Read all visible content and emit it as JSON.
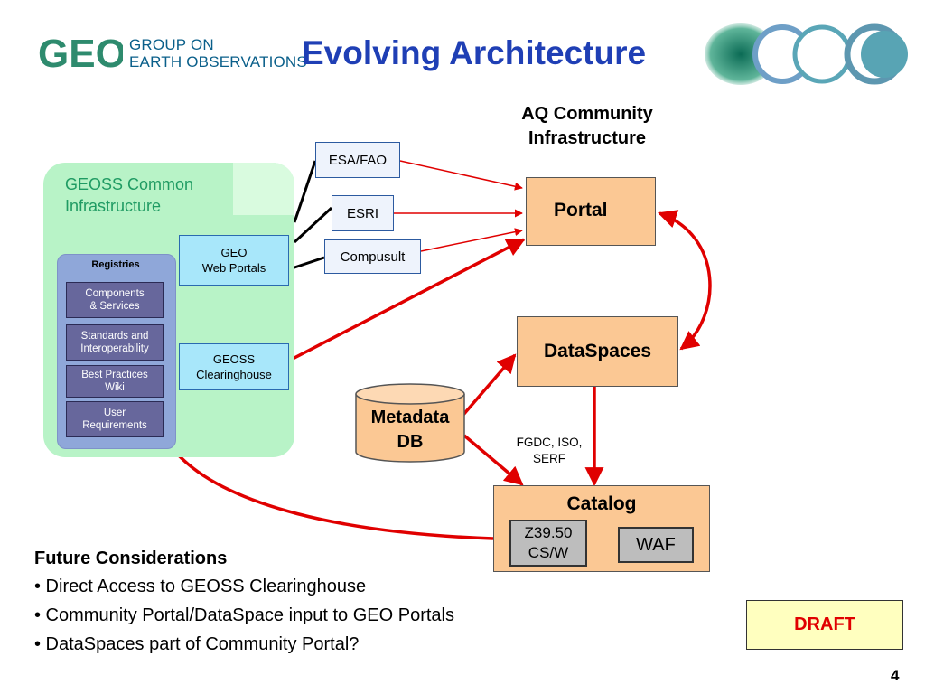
{
  "header": {
    "logo_mark": "GEO",
    "org_line1": "GROUP ON",
    "org_line2": "EARTH OBSERVATIONS",
    "title": "Evolving Architecture"
  },
  "aq": {
    "title_line1": "AQ Community",
    "title_line2": "Infrastructure"
  },
  "geoss": {
    "title_line1": "GEOSS Common",
    "title_line2": "Infrastructure",
    "registries_label": "Registries",
    "registries": [
      {
        "line1": "Components",
        "line2": "&  Services"
      },
      {
        "line1": "Standards and",
        "line2": "Interoperability"
      },
      {
        "line1": "Best Practices",
        "line2": "Wiki"
      },
      {
        "line1": "User",
        "line2": "Requirements"
      }
    ],
    "web_portals_line1": "GEO",
    "web_portals_line2": "Web Portals",
    "clearinghouse_line1": "GEOSS",
    "clearinghouse_line2": "Clearinghouse"
  },
  "providers": {
    "esa": "ESA/FAO",
    "esri": "ESRI",
    "compusult": "Compusult"
  },
  "nodes": {
    "portal": "Portal",
    "dataspaces": "DataSpaces",
    "metadata_line1": "Metadata",
    "metadata_line2": "DB",
    "fgdc_line1": "FGDC, ISO,",
    "fgdc_line2": "SERF",
    "catalog": "Catalog",
    "z3950_line1": "Z39.50",
    "z3950_line2": "CS/W",
    "waf": "WAF"
  },
  "future": {
    "title": "Future Considerations",
    "bullets": [
      "• Direct Access to GEOSS Clearinghouse",
      "• Community Portal/DataSpace input to GEO Portals",
      "• DataSpaces part of Community Portal?"
    ]
  },
  "draft_label": "DRAFT",
  "page_number": "4",
  "colors": {
    "title": "#1f3fb5",
    "arrow": "#e00000",
    "geoss_bg": "#b8f3c7",
    "node_fill": "#fbc894"
  }
}
